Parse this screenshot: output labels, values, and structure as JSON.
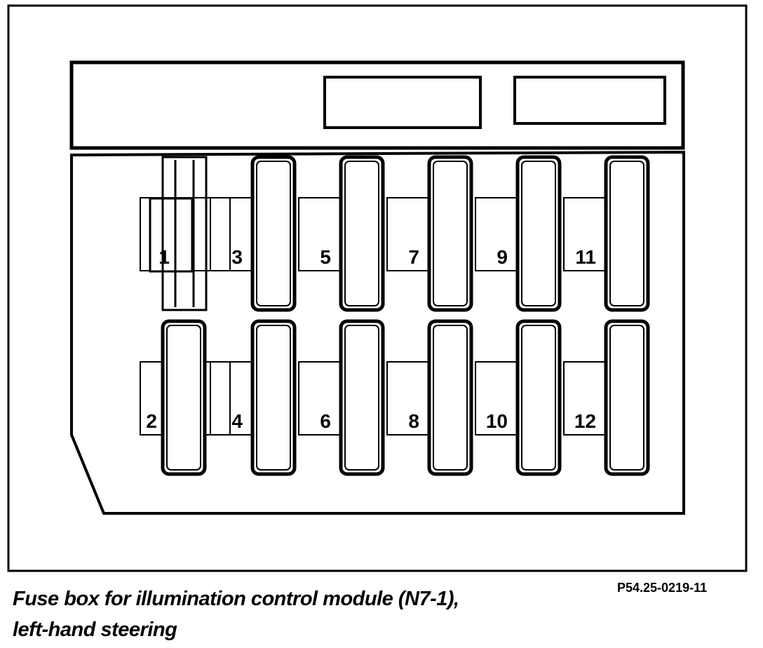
{
  "diagram": {
    "fuses": [
      {
        "label": "1",
        "type": "bridge"
      },
      {
        "label": "2",
        "type": "fuse"
      },
      {
        "label": "3",
        "type": "fuse"
      },
      {
        "label": "4",
        "type": "fuse"
      },
      {
        "label": "5",
        "type": "fuse"
      },
      {
        "label": "6",
        "type": "fuse"
      },
      {
        "label": "7",
        "type": "fuse"
      },
      {
        "label": "8",
        "type": "fuse"
      },
      {
        "label": "9",
        "type": "fuse"
      },
      {
        "label": "10",
        "type": "fuse"
      },
      {
        "label": "11",
        "type": "fuse"
      },
      {
        "label": "12",
        "type": "fuse"
      }
    ],
    "caption_line1": "Fuse box for illumination control module (N7-1),",
    "caption_line2": "left-hand steering",
    "reference_code": "P54.25-0219-11"
  },
  "colors": {
    "ink": "#000000",
    "paper": "#ffffff"
  }
}
